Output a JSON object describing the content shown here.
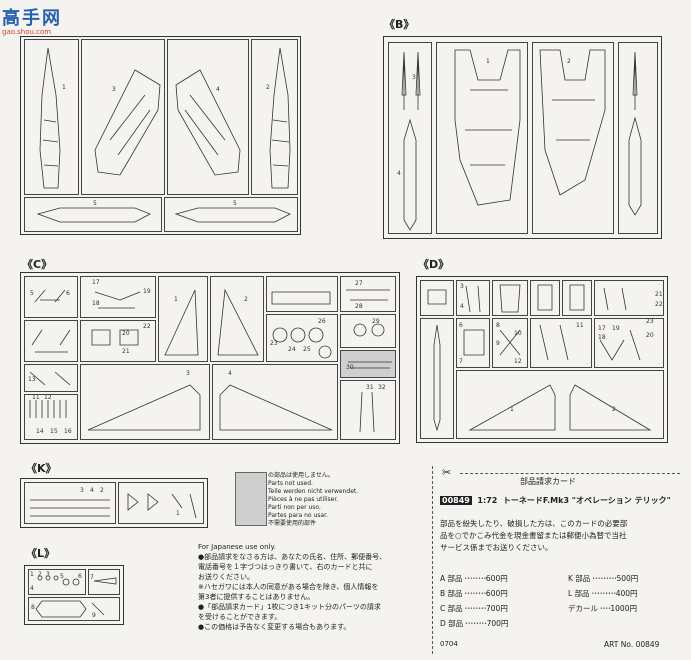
{
  "watermark": {
    "logo_text": "高手网",
    "url": "gao.shou.com"
  },
  "sections": {
    "A": "",
    "B": "《B》",
    "C": "《C》",
    "D": "《D》",
    "K": "《K》",
    "L": "《L》"
  },
  "parts": {
    "A": [
      "1",
      "3",
      "4",
      "2",
      "5",
      "5"
    ],
    "B": [
      "1",
      "2",
      "3",
      "4"
    ],
    "C": [
      "5",
      "6",
      "17",
      "18",
      "19",
      "20",
      "21",
      "22",
      "1",
      "2",
      "27",
      "28",
      "23",
      "24",
      "25",
      "26",
      "29",
      "30",
      "13",
      "3",
      "4",
      "31",
      "32",
      "11",
      "12",
      "14",
      "15",
      "16"
    ],
    "D": [
      "3",
      "4",
      "6",
      "7",
      "8",
      "9",
      "10",
      "12",
      "11",
      "21",
      "22",
      "17",
      "18",
      "19",
      "20",
      "23",
      "1",
      "2"
    ],
    "K": [
      "2",
      "3",
      "4",
      "1"
    ],
    "L": [
      "1",
      "2",
      "3",
      "4",
      "5",
      "6",
      "7",
      "8",
      "9"
    ]
  },
  "notice": {
    "lines": [
      "の部品は使用しません。",
      "Parts not used.",
      "Teile werden nicht verwendet.",
      "Pièces à ne pas utiliser.",
      "Parti non per uso.",
      "Partes para no usar.",
      "不需要使用的部件"
    ]
  },
  "japanese_use": {
    "heading": "For Japanese use only.",
    "lines": [
      "●部品請求をなさる方は、あなたの氏名、住所、郵便番号、",
      "電話番号を１字づつはっきり書いて、右のカードと共に",
      "お送りください。",
      "※ハセガワには本人の同意がある場合を除き、個人情報を",
      "第3者に提供することはありません。",
      "●「部品請求カード」1枚につき1キット分のパーツの請求",
      "を受けることができます。",
      "●この価格は予告なく変更する場合もあります。"
    ]
  },
  "card": {
    "title": "部品請求カード",
    "code": "00849",
    "scale": "1:72",
    "product": "トーネードF.Mk3 \"オペレーション テリック\"",
    "text": [
      "部品を紛失したり、破損した方は、このカードの必要部",
      "品を○でかこみ代金を現金書留または郵便小為替で当社",
      "サービス係までお送りください。"
    ],
    "prices_left": [
      {
        "part": "A 部品",
        "price": "600円"
      },
      {
        "part": "B 部品",
        "price": "600円"
      },
      {
        "part": "C 部品",
        "price": "700円"
      },
      {
        "part": "D 部品",
        "price": "700円"
      }
    ],
    "prices_right": [
      {
        "part": "K 部品",
        "price": "500円"
      },
      {
        "part": "L 部品",
        "price": "400円"
      },
      {
        "part": "デカール",
        "price": "1000円"
      }
    ],
    "footer_code": "0704",
    "art_no": "ART No. 00849"
  },
  "colors": {
    "line": "#333333",
    "grey_part": "#cfcfcf",
    "paper": "#f4f3ef",
    "logo_red": "#d23a2f"
  }
}
